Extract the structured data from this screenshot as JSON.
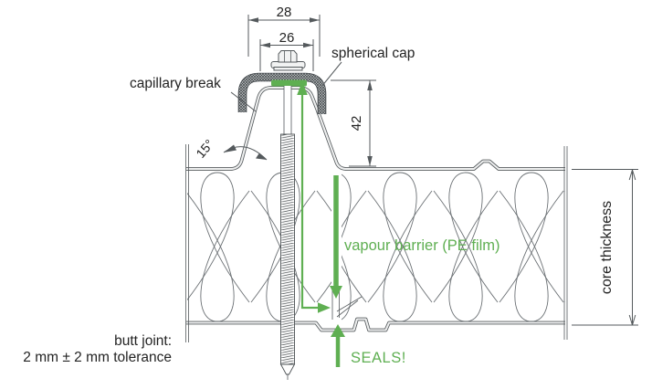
{
  "diagram": {
    "labels": {
      "capillary_break": "capillary break",
      "spherical_cap": "spherical cap",
      "angle": "15°",
      "vapour_barrier": "vapour barrier (PE film)",
      "seals": "SEALS!",
      "butt_joint_line1": "butt joint:",
      "butt_joint_line2": "2 mm ± 2 mm tolerance",
      "core_thickness": "core thickness"
    },
    "dimensions": {
      "cap_outer_width": "28",
      "cap_inner_width": "26",
      "rib_height": "42"
    },
    "colors": {
      "accent_green": "#5faf52",
      "drawing_line": "#54595c",
      "text": "#232323"
    }
  }
}
